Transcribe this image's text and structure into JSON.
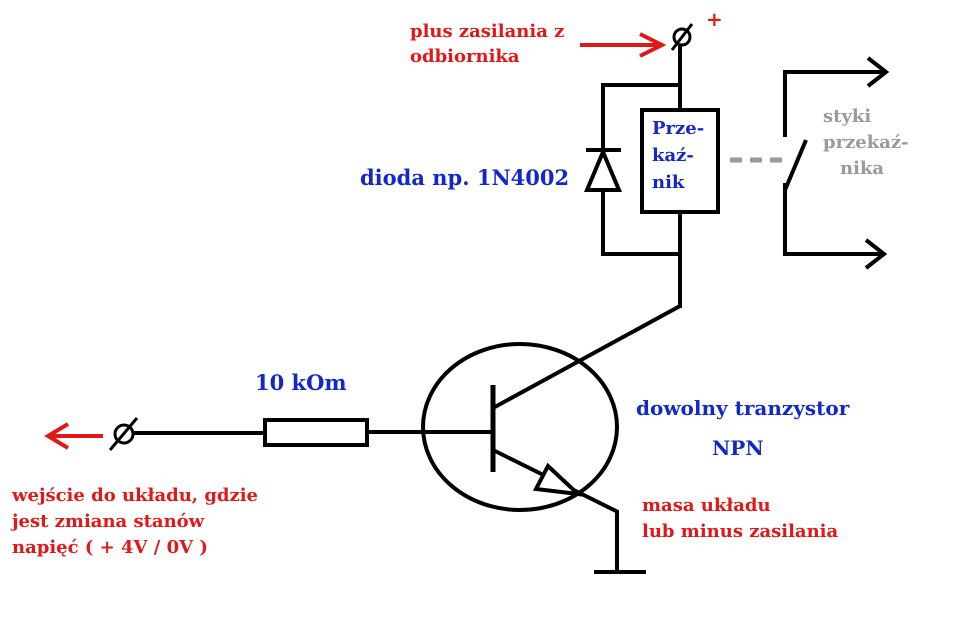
{
  "labels": {
    "supply_plus_line1": "plus zasilania z",
    "supply_plus_line2": "odbiornika",
    "plus_sign": "+",
    "relay_line1": "Prze-",
    "relay_line2": "kaź-",
    "relay_line3": "nik",
    "diode": "dioda np. 1N4002",
    "contacts_line1": "styki",
    "contacts_line2": "przekaź-",
    "contacts_line3": "nika",
    "resistor": "10 kOm",
    "transistor_line1": "dowolny tranzystor",
    "transistor_line2": "NPN",
    "ground_line1": "masa układu",
    "ground_line2": "lub minus zasilania",
    "input_line1": "wejście do układu, gdzie",
    "input_line2": "jest zmiana stanów",
    "input_line3": "napięć ( + 4V / 0V )"
  },
  "colors": {
    "red_text": "#e01818",
    "blue_text": "#1428c8",
    "gray_text": "#9a9a9a",
    "wire": "#000000",
    "arrow_red": "#e01818"
  }
}
